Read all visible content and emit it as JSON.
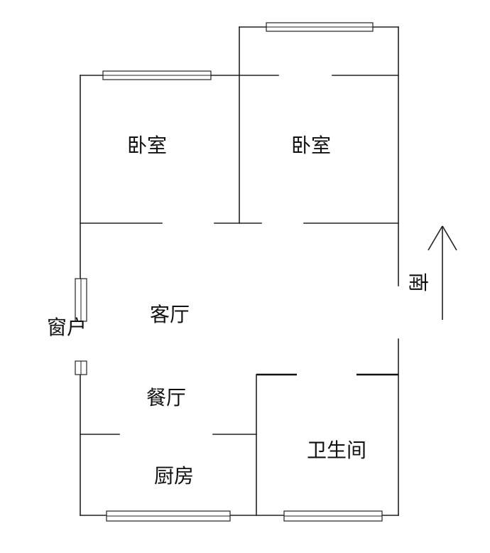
{
  "rooms": {
    "bedroom_left": "卧室",
    "bedroom_right": "卧室",
    "living_room": "客厅",
    "dining_room": "餐厅",
    "kitchen": "厨房",
    "bathroom": "卫生间"
  },
  "window_label": "窗户",
  "orientation_label": "南",
  "colors": {
    "line": "#222222",
    "background": "#ffffff"
  }
}
